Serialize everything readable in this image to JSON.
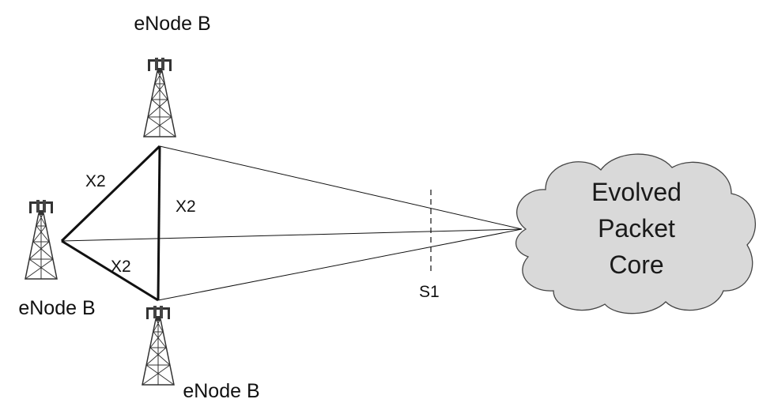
{
  "nodes": {
    "top": {
      "label": "eNode B"
    },
    "left": {
      "label": "eNode B"
    },
    "bottom": {
      "label": "eNode B"
    }
  },
  "interfaces": {
    "x2_left_top": "X2",
    "x2_top_bottom": "X2",
    "x2_left_bottom": "X2",
    "s1": "S1"
  },
  "core": {
    "lines": [
      "Evolved",
      "Packet",
      "Core"
    ],
    "fill_color": "#d9d9d9"
  },
  "colors": {
    "lines": "#111111",
    "tower": "#333333"
  }
}
